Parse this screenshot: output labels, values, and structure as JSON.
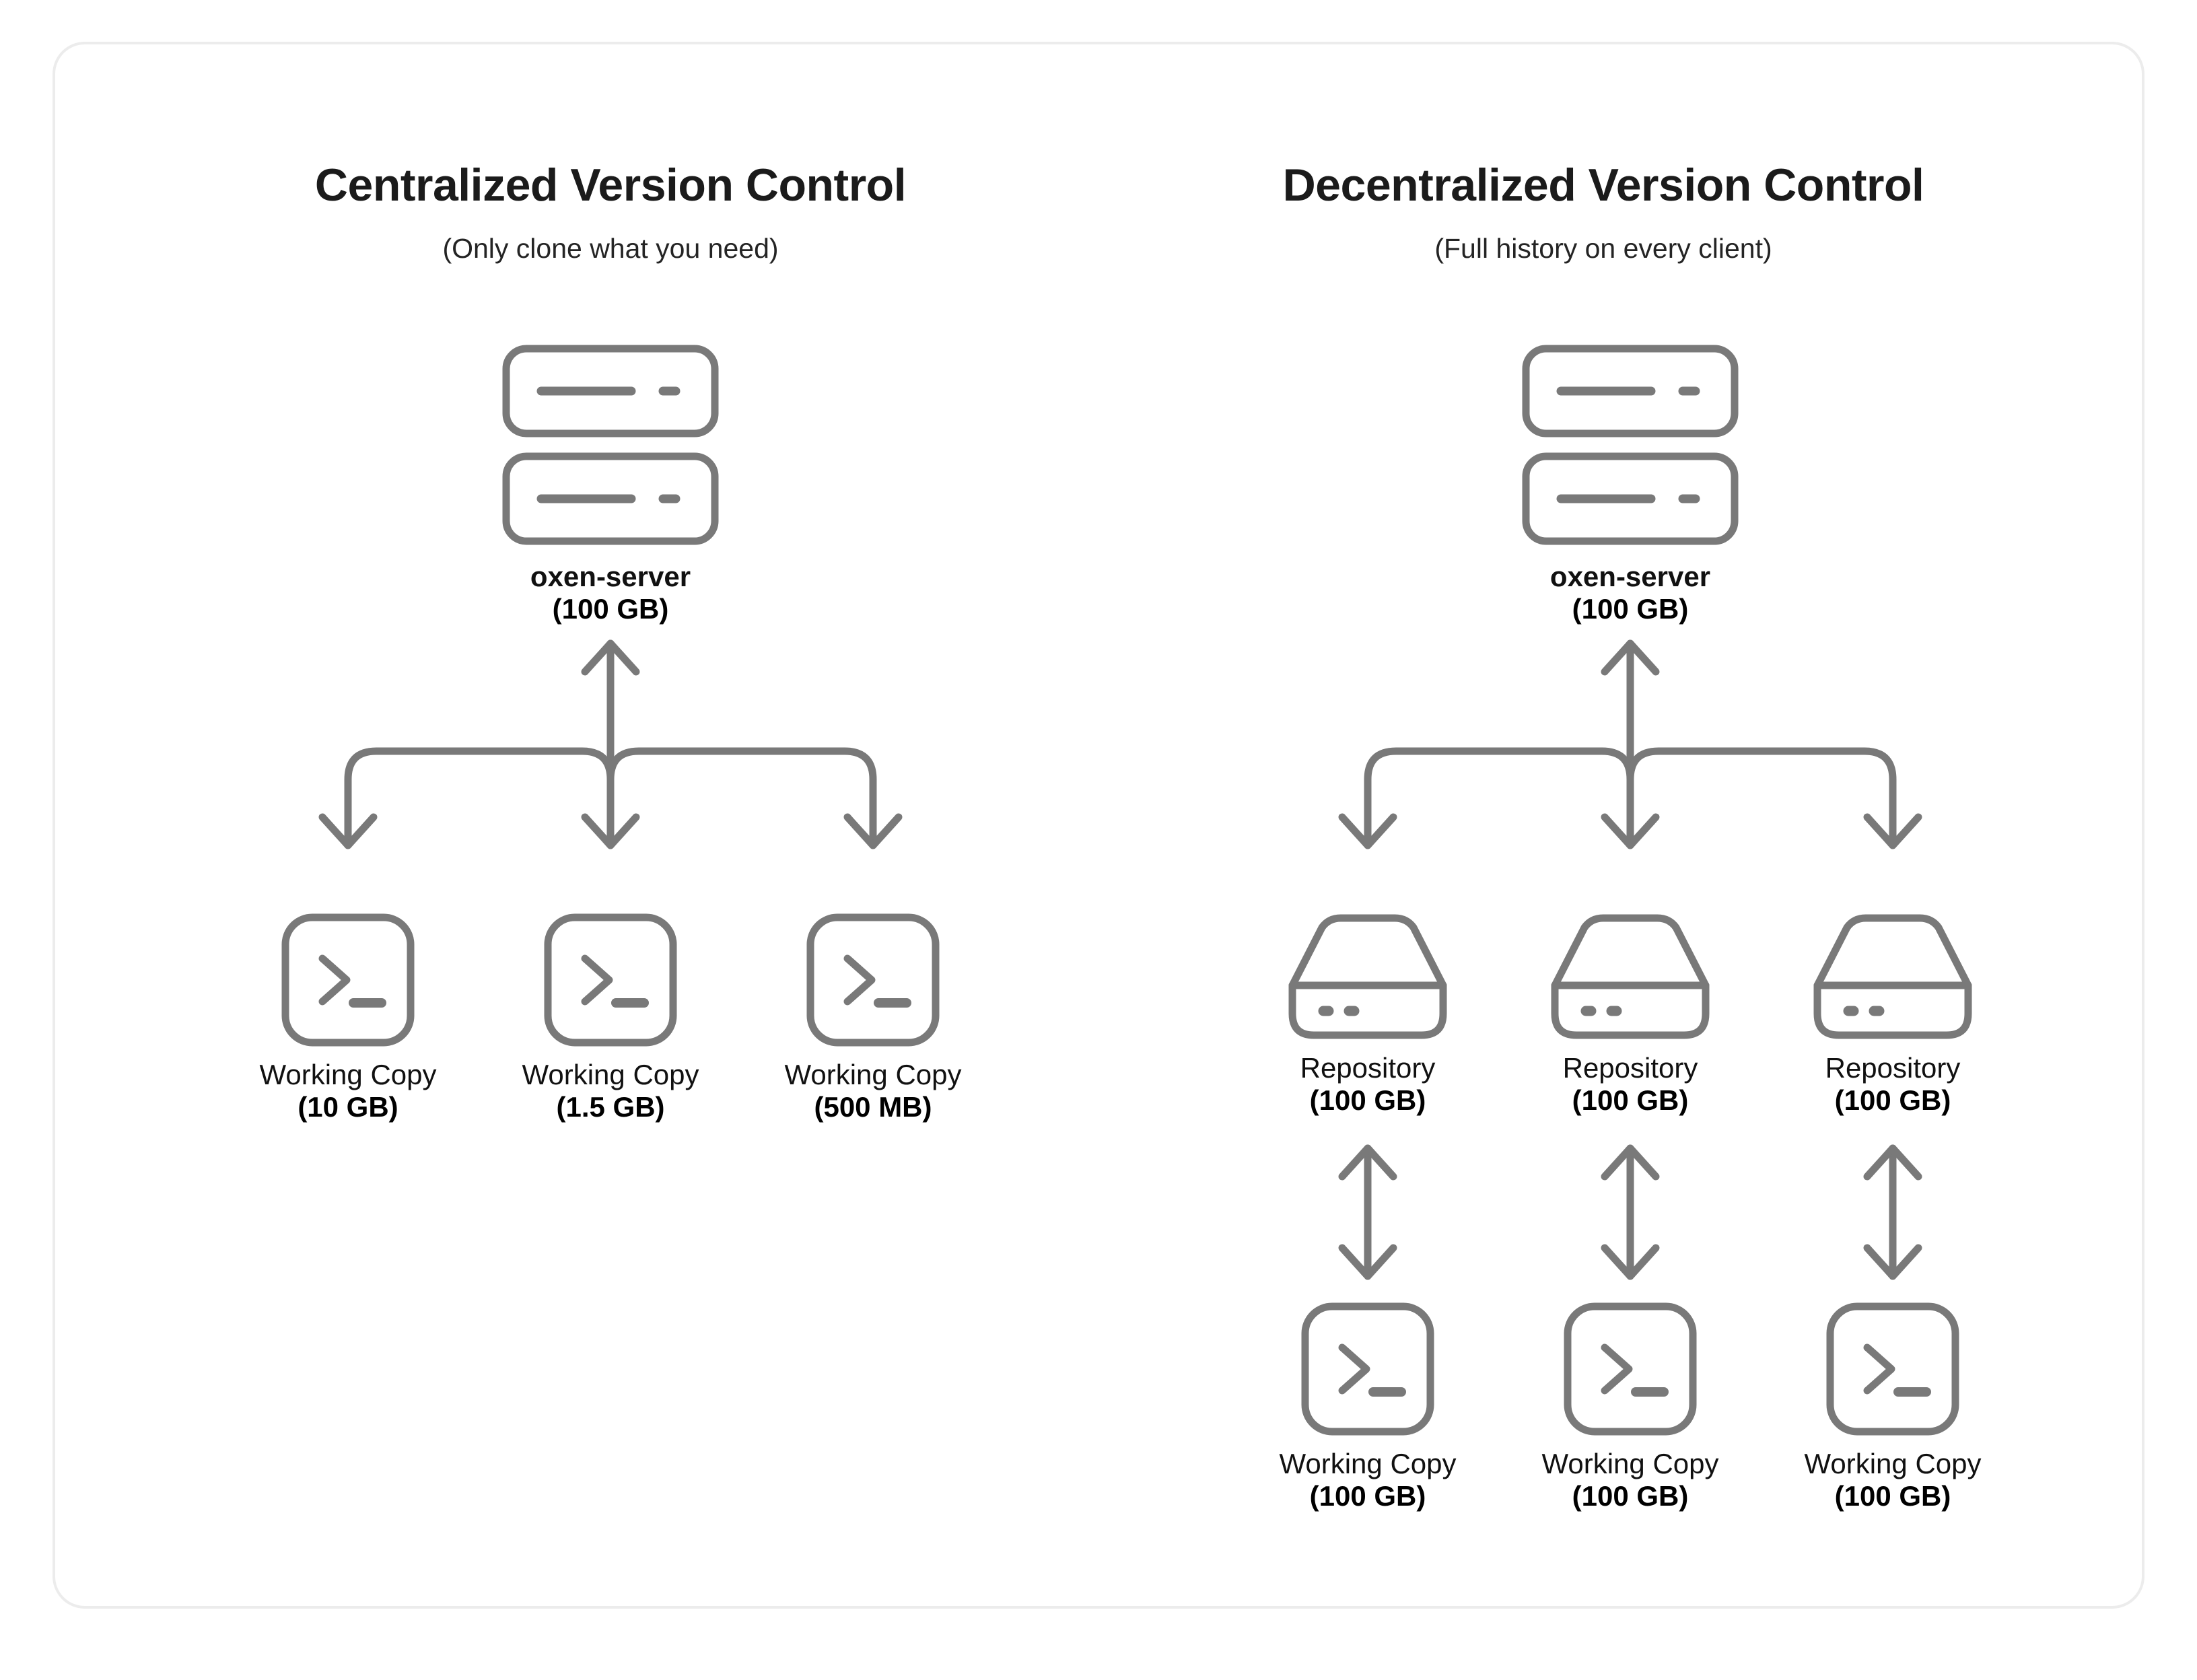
{
  "card": {
    "border_color": "#ececec",
    "background": "#ffffff"
  },
  "theme": {
    "stroke_color": "#797979",
    "text_color": "#111111",
    "title_color": "#1b1b1b"
  },
  "columns": [
    {
      "id": "centralized",
      "title": "Centralized Version Control",
      "subtitle": "(Only clone what you need)",
      "server": {
        "icon": "server-stack-icon",
        "label": "oxen-server",
        "size": "(100 GB)"
      },
      "clients": [
        {
          "icon": "terminal-icon",
          "label": "Working Copy",
          "size": "(10 GB)"
        },
        {
          "icon": "terminal-icon",
          "label": "Working Copy",
          "size": "(1.5 GB)"
        },
        {
          "icon": "terminal-icon",
          "label": "Working Copy",
          "size": "(500 MB)"
        }
      ],
      "repositories": []
    },
    {
      "id": "decentralized",
      "title": "Decentralized Version Control",
      "subtitle": "(Full history on every client)",
      "server": {
        "icon": "server-stack-icon",
        "label": "oxen-server",
        "size": "(100 GB)"
      },
      "repositories": [
        {
          "icon": "hard-drive-icon",
          "label": "Repository",
          "size": "(100 GB)"
        },
        {
          "icon": "hard-drive-icon",
          "label": "Repository",
          "size": "(100 GB)"
        },
        {
          "icon": "hard-drive-icon",
          "label": "Repository",
          "size": "(100 GB)"
        }
      ],
      "clients": [
        {
          "icon": "terminal-icon",
          "label": "Working Copy",
          "size": "(100 GB)"
        },
        {
          "icon": "terminal-icon",
          "label": "Working Copy",
          "size": "(100 GB)"
        },
        {
          "icon": "terminal-icon",
          "label": "Working Copy",
          "size": "(100 GB)"
        }
      ]
    }
  ]
}
